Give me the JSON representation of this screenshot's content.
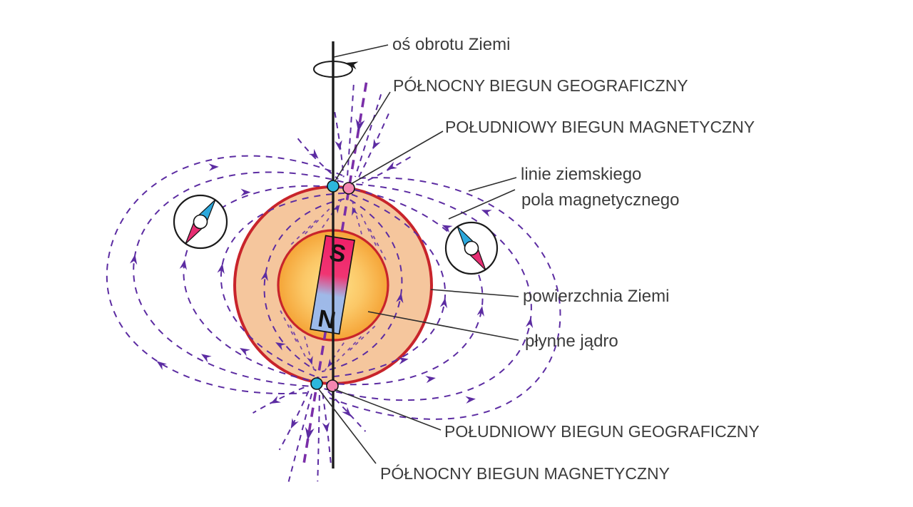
{
  "labels": {
    "rotation_axis": "oś obrotu Ziemi",
    "geo_north": "PÓŁNOCNY BIEGUN GEOGRAFICZNY",
    "mag_south": "POŁUDNIOWY BIEGUN MAGNETYCZNY",
    "field_lines_1": "linie ziemskiego",
    "field_lines_2": "pola magnetycznego",
    "surface": "powierzchnia Ziemi",
    "core": "płynne jądro",
    "geo_south": "POŁUDNIOWY BIEGUN GEOGRAFICZNY",
    "mag_north": "PÓŁNOCNY BIEGUN MAGNETYCZNY",
    "magnet_s": "S",
    "magnet_n": "N"
  },
  "colors": {
    "field_line_purple": "#5C2CA2",
    "magnetic_axis_purple": "#7A2EA8",
    "earth_mantle_fill": "#F5C69D",
    "earth_outline_red": "#C8242B",
    "core_yellow": "#FFE38B",
    "core_orange": "#F5A437",
    "magnet_south_pink": "#EF2069",
    "magnet_north_blue": "#9DBAE9",
    "pole_dot_north_cyan": "#2CB7DC",
    "pole_dot_south_pink": "#F487B0",
    "label_text": "#3C3C3C",
    "axis_black": "#1B1B1B"
  }
}
